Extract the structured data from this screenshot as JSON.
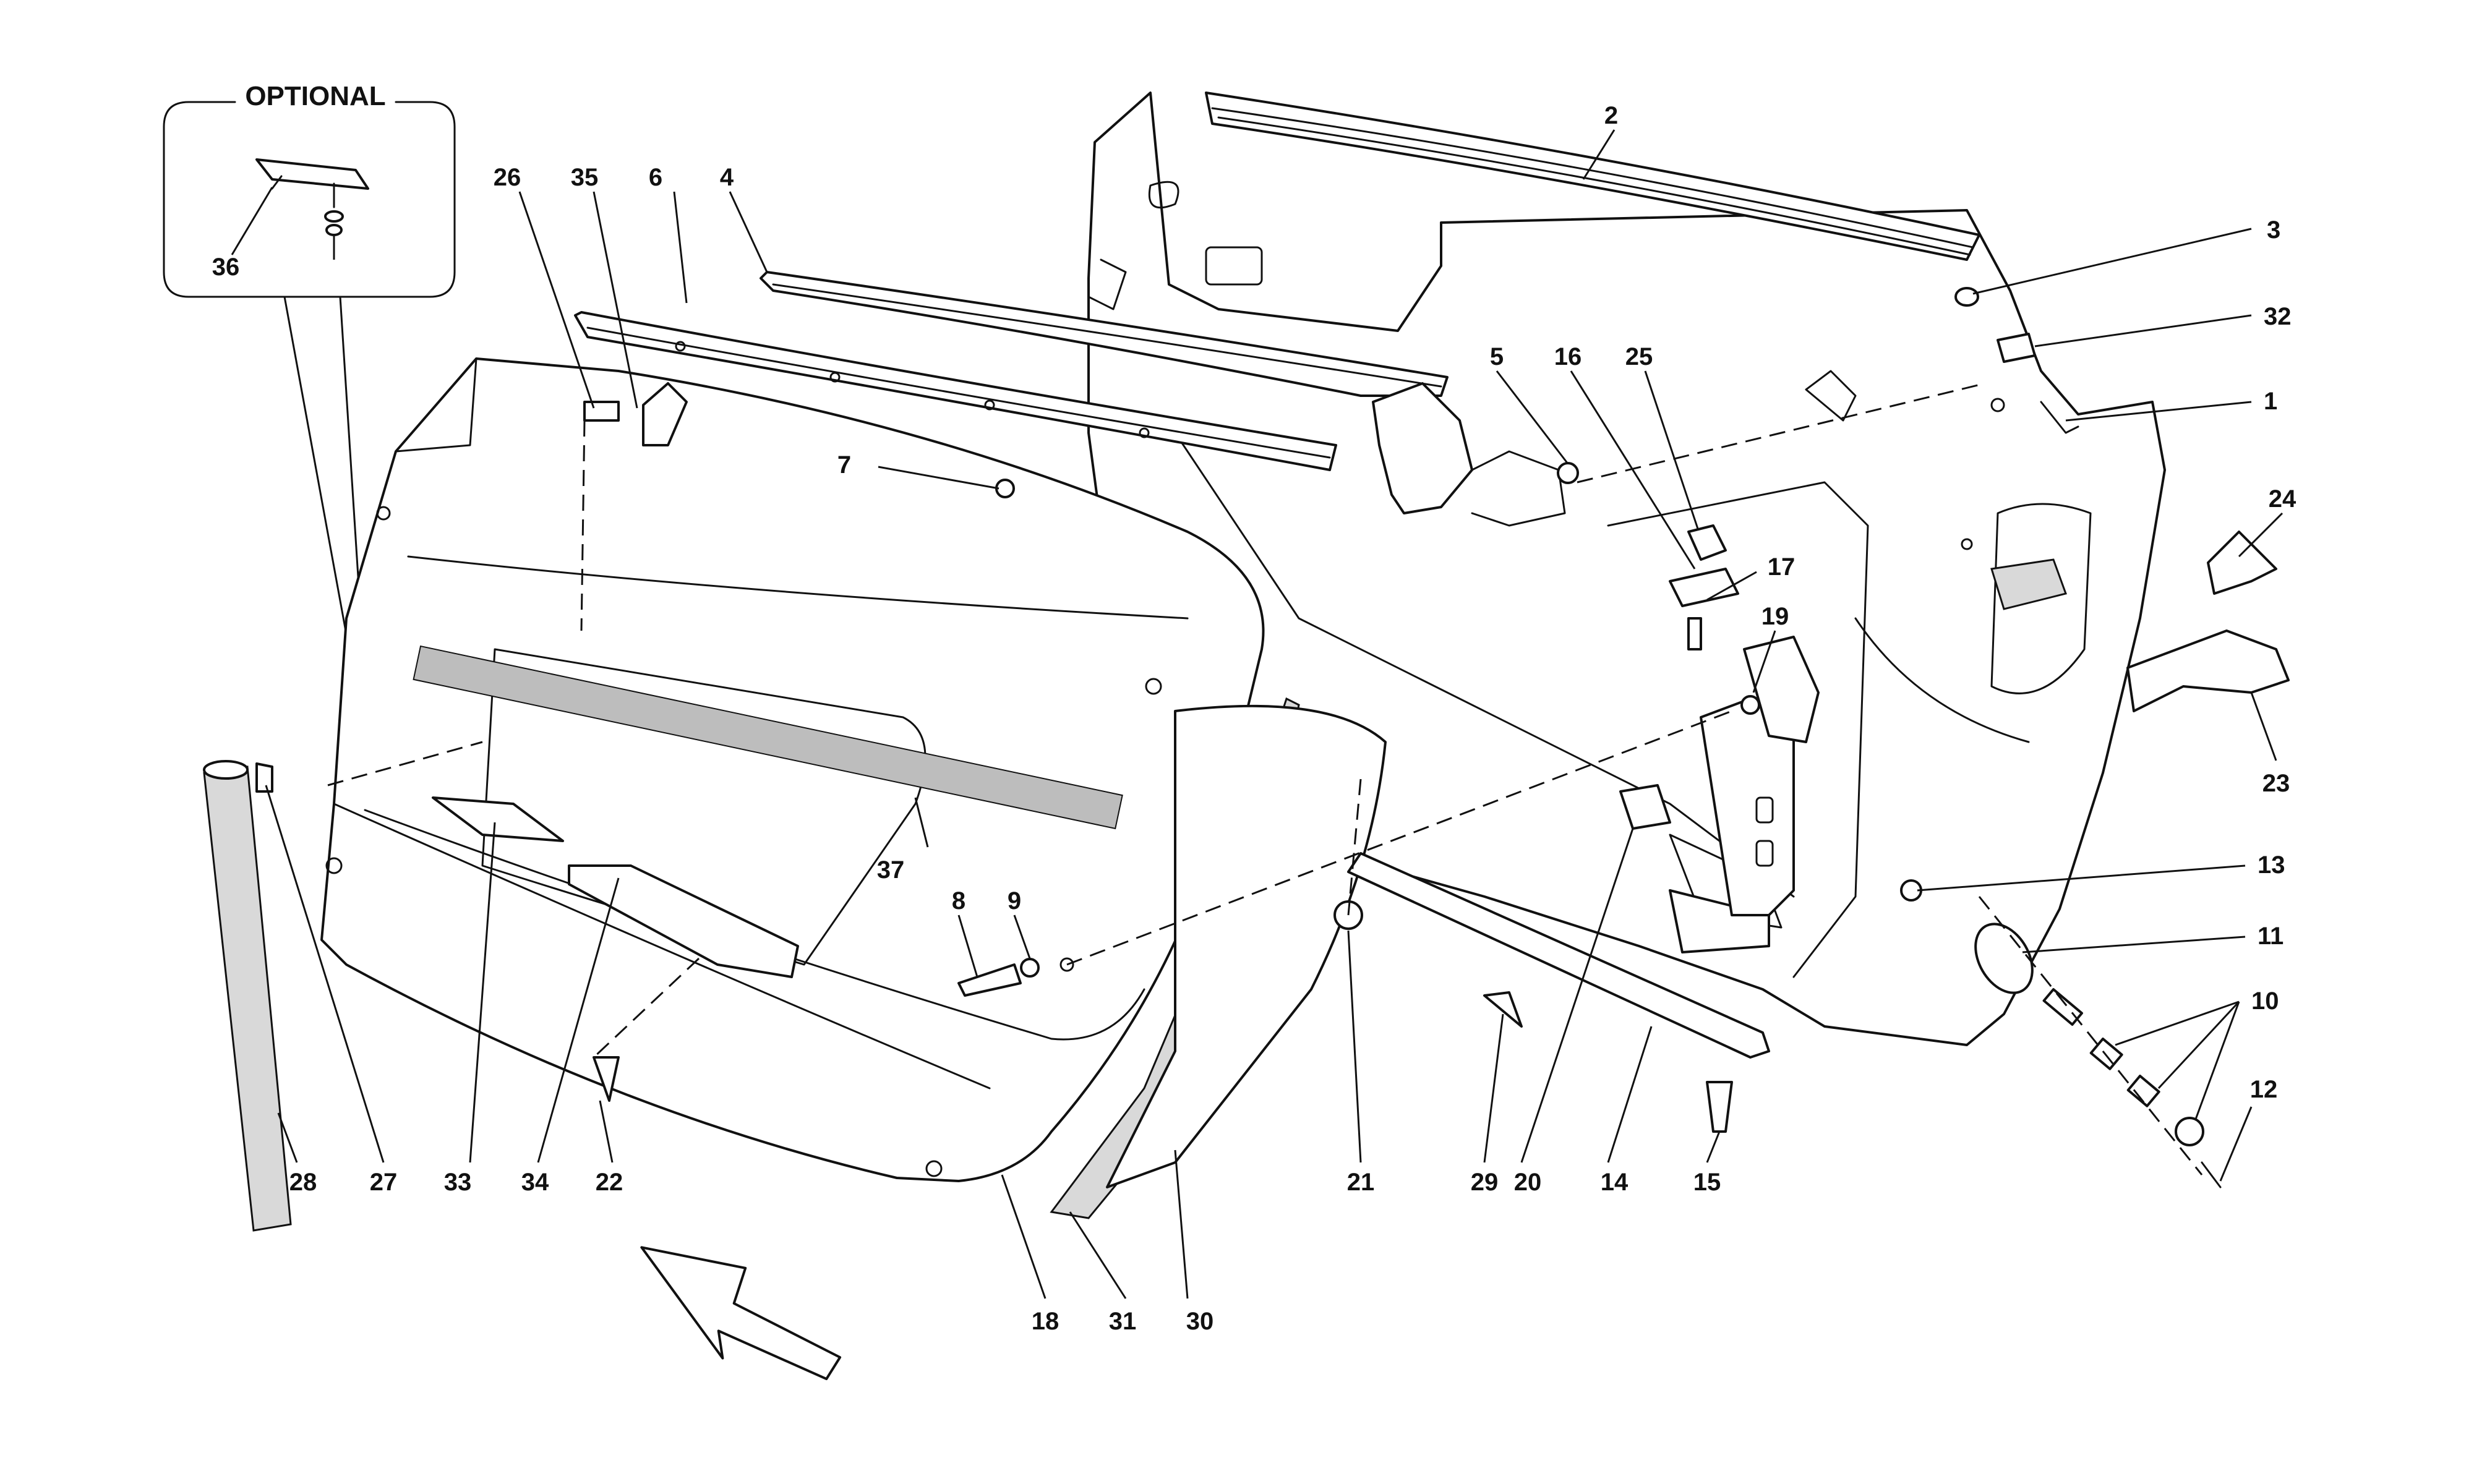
{
  "optional_box": {
    "title": "OPTIONAL",
    "part_number": "36"
  },
  "callouts": [
    "1",
    "2",
    "3",
    "4",
    "5",
    "6",
    "7",
    "8",
    "9",
    "10",
    "11",
    "12",
    "13",
    "14",
    "15",
    "16",
    "17",
    "18",
    "19",
    "20",
    "21",
    "22",
    "23",
    "24",
    "25",
    "26",
    "27",
    "28",
    "29",
    "30",
    "31",
    "32",
    "33",
    "34",
    "35",
    "37"
  ]
}
